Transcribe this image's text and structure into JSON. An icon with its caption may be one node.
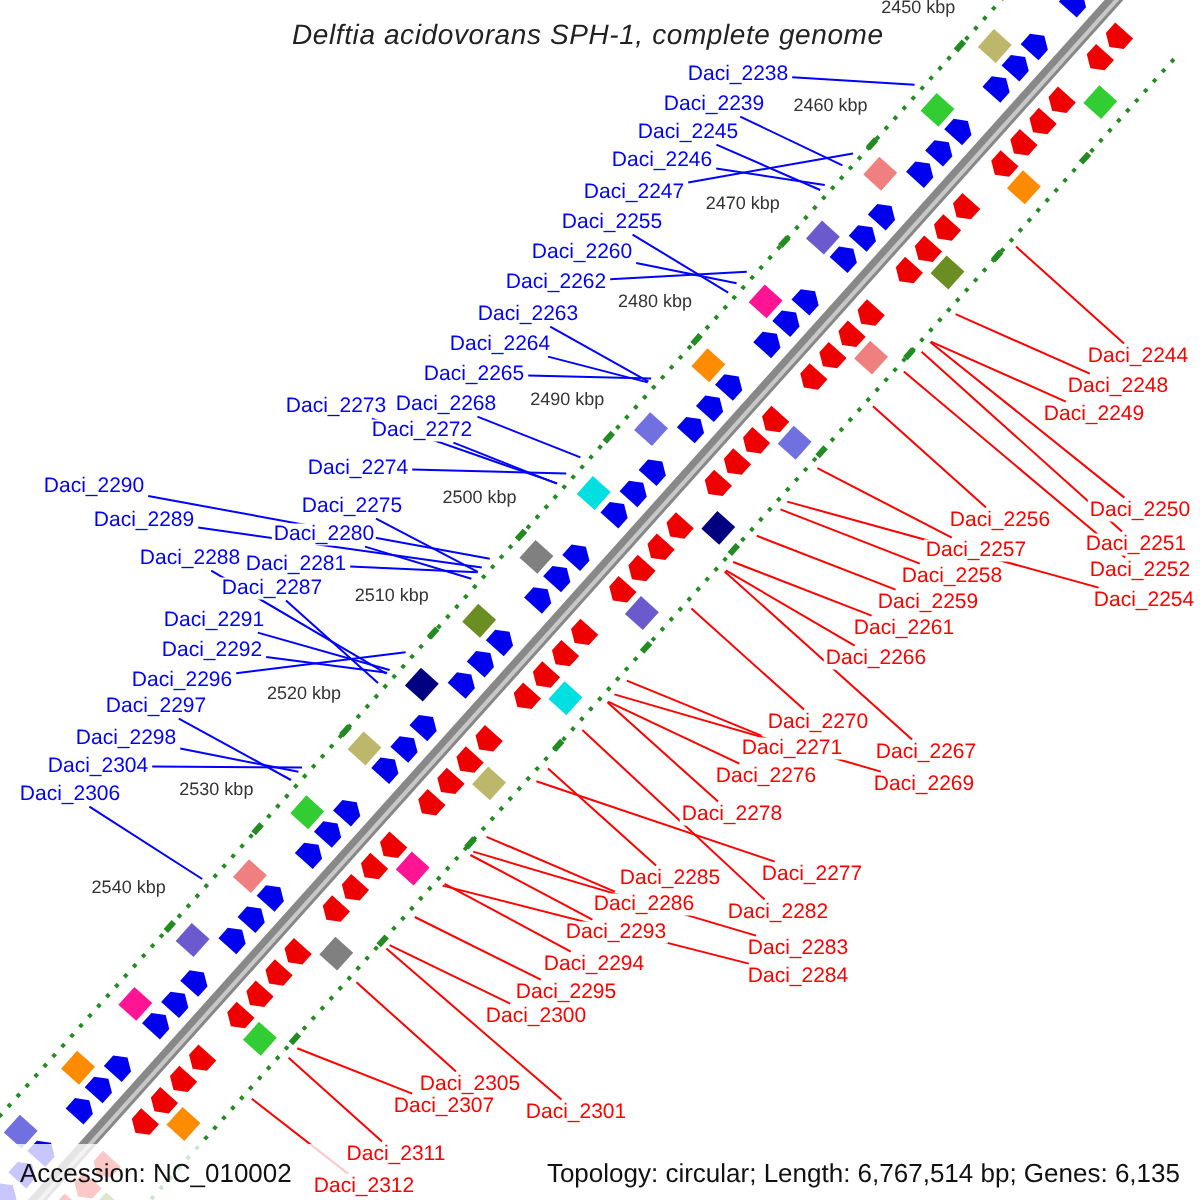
{
  "diagram": {
    "title": "Delftia acidovorans SPH-1, complete genome",
    "nodes": [
      {
        "text": [
          "Daci_2238"
        ]
      },
      {
        "text": [
          "Daci_2239"
        ]
      },
      {
        "text": [
          "Daci_2245"
        ]
      },
      {
        "text": [
          "Daci_2246"
        ]
      },
      {
        "text": [
          "Daci_2247"
        ]
      },
      {
        "text": [
          "Daci_2255"
        ]
      },
      {
        "text": [
          "Daci_2260"
        ]
      },
      {
        "text": [
          "Daci_2262"
        ]
      },
      {
        "text": [
          "Daci_2263"
        ]
      },
      {
        "text": [
          "Daci_2264"
        ]
      },
      {
        "text": [
          "Daci_2265"
        ]
      },
      {
        "text": [
          "Daci_2273"
        ]
      },
      {
        "text": [
          "Daci_2268"
        ]
      },
      {
        "text": [
          "Daci_2272"
        ]
      },
      {
        "text": [
          "Daci_2274"
        ]
      },
      {
        "text": [
          "Daci_2275"
        ]
      },
      {
        "text": [
          "Daci_2280"
        ]
      },
      {
        "text": [
          "Daci_2281"
        ]
      },
      {
        "text": [
          "Daci_2290"
        ]
      },
      {
        "text": [
          "Daci_2289"
        ]
      },
      {
        "text": [
          "Daci_2288"
        ]
      },
      {
        "text": [
          "Daci_2287"
        ]
      },
      {
        "text": [
          "Daci_2291"
        ]
      },
      {
        "text": [
          "Daci_2292"
        ]
      },
      {
        "text": [
          "Daci_2296"
        ]
      },
      {
        "text": [
          "Daci_2297"
        ]
      },
      {
        "text": [
          "Daci_2298"
        ]
      },
      {
        "text": [
          "Daci_2304"
        ]
      },
      {
        "text": [
          "Daci_2306"
        ]
      },
      {
        "text": [
          "Daci_2244"
        ]
      },
      {
        "text": [
          "Daci_2248"
        ]
      },
      {
        "text": [
          "Daci_2249"
        ]
      },
      {
        "text": [
          "Daci_2250"
        ]
      },
      {
        "text": [
          "Daci_2256"
        ]
      },
      {
        "text": [
          "Daci_2251"
        ]
      },
      {
        "text": [
          "Daci_2252"
        ]
      },
      {
        "text": [
          "Daci_2257"
        ]
      },
      {
        "text": [
          "Daci_2258"
        ]
      },
      {
        "text": [
          "Daci_2254"
        ]
      },
      {
        "text": [
          "Daci_2259"
        ]
      },
      {
        "text": [
          "Daci_2261"
        ]
      },
      {
        "text": [
          "Daci_2266"
        ]
      },
      {
        "text": [
          "Daci_2270"
        ]
      },
      {
        "text": [
          "Daci_2267"
        ]
      },
      {
        "text": [
          "Daci_2271"
        ]
      },
      {
        "text": [
          "Daci_2269"
        ]
      },
      {
        "text": [
          "Daci_2276"
        ]
      },
      {
        "text": [
          "Daci_2278"
        ]
      },
      {
        "text": [
          "Daci_2277"
        ]
      },
      {
        "text": [
          "Daci_2285"
        ]
      },
      {
        "text": [
          "Daci_2286"
        ]
      },
      {
        "text": [
          "Daci_2282"
        ]
      },
      {
        "text": [
          "Daci_2293"
        ]
      },
      {
        "text": [
          "Daci_2283"
        ]
      },
      {
        "text": [
          "Daci_2294"
        ]
      },
      {
        "text": [
          "Daci_2284"
        ]
      },
      {
        "text": [
          "Daci_2295"
        ]
      },
      {
        "text": [
          "Daci_2300"
        ]
      },
      {
        "text": [
          "Daci_2305"
        ]
      },
      {
        "text": [
          "Daci_2301"
        ]
      },
      {
        "text": [
          "Daci_2307"
        ]
      },
      {
        "text": [
          "Daci_2311"
        ]
      },
      {
        "text": [
          "Daci_2312"
        ]
      }
    ],
    "edges": [
      {
        "from": 0,
        "to": null,
        "arrow": "none",
        "color": "#0000ff"
      },
      {
        "from": 1,
        "to": null,
        "arrow": "none",
        "color": "#0000ff"
      },
      {
        "from": 2,
        "to": null,
        "arrow": "none",
        "color": "#0000ff"
      },
      {
        "from": 3,
        "to": null,
        "arrow": "none",
        "color": "#0000ff"
      },
      {
        "from": 4,
        "to": null,
        "arrow": "none",
        "color": "#0000ff"
      },
      {
        "from": 5,
        "to": null,
        "arrow": "none",
        "color": "#0000ff"
      },
      {
        "from": 6,
        "to": null,
        "arrow": "none",
        "color": "#0000ff"
      },
      {
        "from": 7,
        "to": null,
        "arrow": "none",
        "color": "#0000ff"
      },
      {
        "from": 8,
        "to": null,
        "arrow": "none",
        "color": "#0000ff"
      },
      {
        "from": 9,
        "to": null,
        "arrow": "none",
        "color": "#0000ff"
      },
      {
        "from": 10,
        "to": null,
        "arrow": "none",
        "color": "#0000ff"
      },
      {
        "from": 11,
        "to": null,
        "arrow": "none",
        "color": "#0000ff"
      },
      {
        "from": 12,
        "to": null,
        "arrow": "none",
        "color": "#0000ff"
      },
      {
        "from": 13,
        "to": null,
        "arrow": "none",
        "color": "#0000ff"
      },
      {
        "from": 14,
        "to": null,
        "arrow": "none",
        "color": "#0000ff"
      },
      {
        "from": 15,
        "to": null,
        "arrow": "none",
        "color": "#0000ff"
      },
      {
        "from": 16,
        "to": null,
        "arrow": "none",
        "color": "#0000ff"
      },
      {
        "from": 17,
        "to": null,
        "arrow": "none",
        "color": "#0000ff"
      },
      {
        "from": 18,
        "to": null,
        "arrow": "none",
        "color": "#0000ff"
      },
      {
        "from": 19,
        "to": null,
        "arrow": "none",
        "color": "#0000ff"
      },
      {
        "from": 20,
        "to": null,
        "arrow": "none",
        "color": "#0000ff"
      },
      {
        "from": 21,
        "to": null,
        "arrow": "none",
        "color": "#0000ff"
      },
      {
        "from": 22,
        "to": null,
        "arrow": "none",
        "color": "#0000ff"
      },
      {
        "from": 23,
        "to": null,
        "arrow": "none",
        "color": "#0000ff"
      },
      {
        "from": 24,
        "to": null,
        "arrow": "none",
        "color": "#0000ff"
      },
      {
        "from": 25,
        "to": null,
        "arrow": "none",
        "color": "#0000ff"
      },
      {
        "from": 26,
        "to": null,
        "arrow": "none",
        "color": "#0000ff"
      },
      {
        "from": 27,
        "to": null,
        "arrow": "none",
        "color": "#0000ff"
      },
      {
        "from": 28,
        "to": null,
        "arrow": "none",
        "color": "#0000ff"
      },
      {
        "from": 29,
        "to": null,
        "arrow": "none"
      },
      {
        "from": 30,
        "to": null,
        "arrow": "none"
      },
      {
        "from": 31,
        "to": null,
        "arrow": "none"
      },
      {
        "from": 32,
        "to": null,
        "arrow": "none"
      },
      {
        "from": 33,
        "to": null,
        "arrow": "none"
      },
      {
        "from": 34,
        "to": null,
        "arrow": "none"
      },
      {
        "from": 35,
        "to": null,
        "arrow": "none"
      },
      {
        "from": 36,
        "to": null,
        "arrow": "none"
      },
      {
        "from": 37,
        "to": null,
        "arrow": "none"
      },
      {
        "from": 38,
        "to": null,
        "arrow": "none"
      },
      {
        "from": 39,
        "to": null,
        "arrow": "none"
      },
      {
        "from": 40,
        "to": null,
        "arrow": "none"
      },
      {
        "from": 41,
        "to": null,
        "arrow": "none"
      },
      {
        "from": 42,
        "to": null,
        "arrow": "none"
      },
      {
        "from": 43,
        "to": null,
        "arrow": "none"
      },
      {
        "from": 44,
        "to": null,
        "arrow": "none"
      },
      {
        "from": 45,
        "to": null,
        "arrow": "none"
      },
      {
        "from": 46,
        "to": null,
        "arrow": "none"
      },
      {
        "from": 47,
        "to": null,
        "arrow": "none"
      },
      {
        "from": 48,
        "to": null,
        "arrow": "none"
      },
      {
        "from": 49,
        "to": null,
        "arrow": "none"
      },
      {
        "from": 50,
        "to": null,
        "arrow": "none"
      },
      {
        "from": 51,
        "to": null,
        "arrow": "none"
      },
      {
        "from": 52,
        "to": null,
        "arrow": "none"
      },
      {
        "from": 53,
        "to": null,
        "arrow": "none"
      },
      {
        "from": 54,
        "to": null,
        "arrow": "none"
      },
      {
        "from": 55,
        "to": null,
        "arrow": "none"
      },
      {
        "from": 56,
        "to": null,
        "arrow": "none"
      },
      {
        "from": 57,
        "to": null,
        "arrow": "none"
      },
      {
        "from": 58,
        "to": null,
        "arrow": "none"
      },
      {
        "from": 59,
        "to": null,
        "arrow": "none"
      },
      {
        "from": 60,
        "to": null,
        "arrow": "none"
      },
      {
        "from": 61,
        "to": null,
        "arrow": "none"
      },
      {
        "from": 62,
        "to": null,
        "arrow": "none"
      }
    ],
    "labels": [
      "2450 kbp",
      "2460 kbp",
      "2470 kbp",
      "2480 kbp",
      "2490 kbp",
      "2500 kbp",
      "2510 kbp",
      "2520 kbp",
      "2530 kbp",
      "2540 kbp",
      "Accession: NC_010002",
      "Topology: circular; Length: 6,767,514 bp; Genes: 6,135"
    ]
  }
}
